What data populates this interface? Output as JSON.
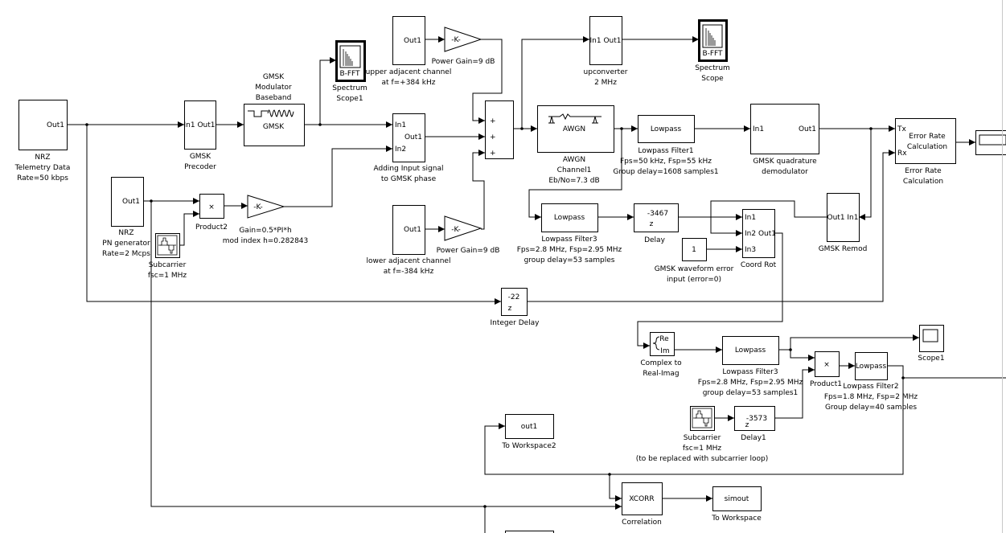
{
  "colors": {
    "background": "#ffffff",
    "line": "#000000"
  },
  "blocks": {
    "nrz_tel": {
      "inner": [
        "Out1"
      ],
      "labels": [
        "NRZ",
        "Telemetry Data",
        "Rate=50 kbps"
      ]
    },
    "precoder": {
      "inner": [
        "In1 Out1"
      ],
      "labels": [
        "GMSK",
        "Precoder"
      ]
    },
    "modulator": {
      "inner": [
        "GMSK"
      ],
      "labels": [
        "GMSK",
        "Modulator",
        "Baseband"
      ]
    },
    "scope1": {
      "inner": [
        "B-FFT"
      ],
      "labels": [
        "Spectrum",
        "Scope1"
      ]
    },
    "upper_src": {
      "inner": [
        "Out1"
      ],
      "labels": [
        "upper adjacent channel",
        "at f=+384 kHz"
      ]
    },
    "upper_gain": {
      "inner": [
        "-K-"
      ],
      "labels": [
        "Power Gain=9 dB"
      ]
    },
    "adding": {
      "inner": [
        "In1",
        "Out1",
        "In2"
      ],
      "labels": [
        "Adding Input signal",
        "to GMSK phase"
      ]
    },
    "lower_src": {
      "inner": [
        "Out1"
      ],
      "labels": [
        "lower adjacent channel",
        "at f=-384 kHz"
      ]
    },
    "lower_gain": {
      "inner": [
        "-K-"
      ],
      "labels": [
        "Power Gain=9 dB"
      ]
    },
    "sum": {
      "inner": [
        "+",
        "+",
        "+"
      ],
      "labels": []
    },
    "upconv": {
      "inner": [
        "In1 Out1"
      ],
      "labels": [
        "upconverter",
        "2 MHz"
      ]
    },
    "scope": {
      "inner": [
        "B-FFT"
      ],
      "labels": [
        "Spectrum",
        "Scope"
      ]
    },
    "awgn": {
      "inner": [
        "AWGN"
      ],
      "labels": [
        "AWGN",
        "Channel1",
        "Eb/No=7.3 dB"
      ]
    },
    "lpf1": {
      "inner": [
        "Lowpass"
      ],
      "labels": [
        "Lowpass Filter1",
        "Fps=50 kHz, Fsp=55 kHz",
        "Group delay=1608 samples1"
      ]
    },
    "demod": {
      "inner": [
        "In1",
        "Out1"
      ],
      "labels": [
        "GMSK quadrature",
        "demodulator"
      ]
    },
    "erc": {
      "inner": [
        "Tx",
        "Error Rate",
        "Calculation",
        "Rx"
      ],
      "labels": [
        "Error Rate",
        "Calculation"
      ]
    },
    "display": {
      "inner": [],
      "labels": []
    },
    "lpf3a": {
      "inner": [
        "Lowpass"
      ],
      "labels": [
        "Lowpass Filter3",
        "Fps=2.8 MHz, Fsp=2.95 MHz",
        "group delay=53 samples"
      ]
    },
    "delay": {
      "inner": [
        "z",
        "-3467"
      ],
      "labels": [
        "Delay"
      ]
    },
    "const": {
      "inner": [
        "1"
      ],
      "labels": [
        "GMSK waveform error",
        "input (error=0)"
      ]
    },
    "coordrot": {
      "inner": [
        "In1",
        "In2 Out1",
        "In3"
      ],
      "labels": [
        "Coord Rot"
      ]
    },
    "remod": {
      "inner": [
        "Out1 In1"
      ],
      "labels": [
        "GMSK Remod"
      ]
    },
    "nrz_pn": {
      "inner": [
        "Out1"
      ],
      "labels": [
        "NRZ",
        "PN generator",
        "Rate=2 Mcps"
      ]
    },
    "subc1": {
      "inner": [],
      "labels": [
        "Subcarrier",
        "fsc=1 MHz"
      ]
    },
    "product2": {
      "inner": [
        "×"
      ],
      "labels": [
        "Product2"
      ]
    },
    "gain2": {
      "inner": [
        "-K-"
      ],
      "labels": [
        "Gain=0.5*PI*h",
        "mod index h=0.282843"
      ]
    },
    "intdelay": {
      "inner": [
        "-22",
        "z"
      ],
      "labels": [
        "Integer Delay"
      ]
    },
    "cplx": {
      "inner": [
        "Re",
        "Im"
      ],
      "labels": [
        "Complex to",
        "Real-Imag"
      ]
    },
    "lpf3b": {
      "inner": [
        "Lowpass"
      ],
      "labels": [
        "Lowpass Filter3",
        "Fps=2.8 MHz, Fsp=2.95 MHz",
        "group delay=53 samples1"
      ]
    },
    "scope1b": {
      "inner": [],
      "labels": [
        "Scope1"
      ]
    },
    "product1": {
      "inner": [
        "×"
      ],
      "labels": [
        "Product1"
      ]
    },
    "lpf2": {
      "inner": [
        "Lowpass"
      ],
      "labels": [
        "Lowpass Filter2",
        "Fps=1.8 MHz, Fsp=2 MHz",
        "Group delay=40 samples"
      ]
    },
    "subc2": {
      "inner": [],
      "labels": [
        "Subcarrier",
        "fsc=1 MHz",
        "(to be replaced with subcarrier loop)"
      ]
    },
    "delay1": {
      "inner": [
        "z",
        "-3573"
      ],
      "labels": [
        "Delay1"
      ]
    },
    "toworkspace2": {
      "inner": [
        "out1"
      ],
      "labels": [
        "To Workspace2"
      ]
    },
    "xcorr": {
      "inner": [
        "XCORR"
      ],
      "labels": [
        "Correlation"
      ]
    },
    "simout": {
      "inner": [
        "simout"
      ],
      "labels": [
        "To Workspace"
      ]
    },
    "partial": {
      "inner": [],
      "labels": []
    }
  },
  "icons": {
    "spectrum_scope": "spectrum-scope-icon",
    "time_scope": "scope-icon",
    "subcarrier": "square-wave-icon",
    "awgn": "awgn-channel-icon",
    "modulator": "gmsk-waveform-icon"
  }
}
